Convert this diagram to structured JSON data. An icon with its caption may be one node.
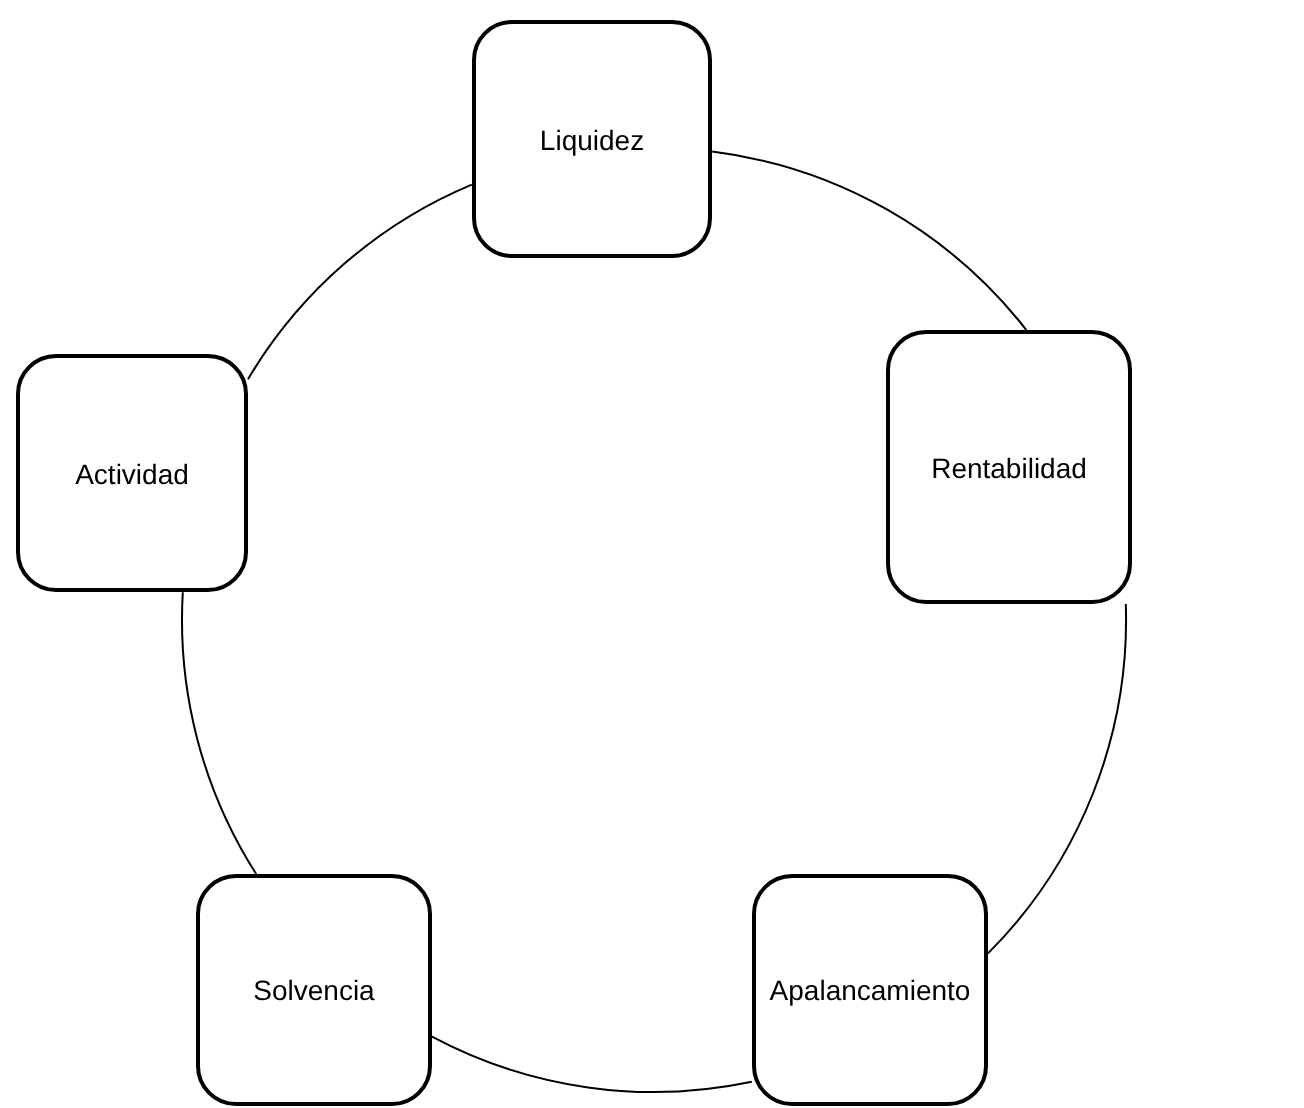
{
  "diagram": {
    "nodes": [
      {
        "text": [
          "Liquidez"
        ]
      },
      {
        "text": [
          "Actividad"
        ]
      },
      {
        "text": [
          "Rentabilidad"
        ]
      },
      {
        "text": [
          "Solvencia"
        ]
      },
      {
        "text": [
          "Apalancamiento"
        ]
      }
    ],
    "edges": [
      {
        "from": 0,
        "to": 2,
        "arrow": "none"
      },
      {
        "from": 2,
        "to": 4,
        "arrow": "none"
      },
      {
        "from": 4,
        "to": 3,
        "arrow": "none"
      },
      {
        "from": 3,
        "to": 1,
        "arrow": "none"
      },
      {
        "from": 1,
        "to": 0,
        "arrow": "none"
      }
    ]
  }
}
